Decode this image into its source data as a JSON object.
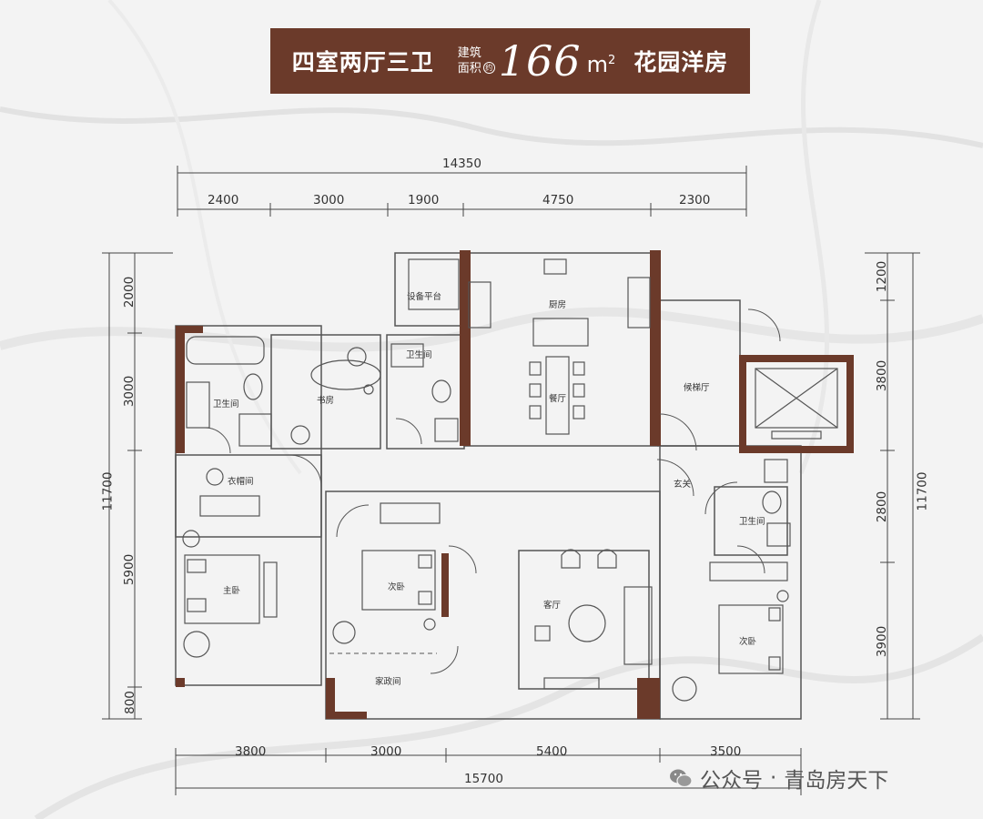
{
  "banner": {
    "layout": "四室两厅三卫",
    "area_label_1": "建筑",
    "area_label_2": "面积",
    "area_circle": "约",
    "area_value": "166",
    "area_unit": "m",
    "area_unit_sup": "2",
    "type": "花园洋房"
  },
  "dimensions": {
    "top_total": "14350",
    "top_segments": [
      "2400",
      "3000",
      "1900",
      "4750",
      "2300"
    ],
    "bottom_segments": [
      "3800",
      "3000",
      "5400",
      "3500"
    ],
    "bottom_total": "15700",
    "left_total": "11700",
    "left_segments": [
      "2000",
      "3000",
      "5900",
      "800"
    ],
    "right_total": "11700",
    "right_segments": [
      "1200",
      "3800",
      "2800",
      "3900"
    ]
  },
  "rooms": {
    "equipment": "设备平台",
    "kitchen": "厨房",
    "bath_small": "卫生间",
    "dining": "餐厅",
    "study": "书房",
    "bath_master": "卫生间",
    "elevator_hall": "候梯厅",
    "closet": "衣帽间",
    "entry": "玄关",
    "bath_right": "卫生间",
    "second_bed_1": "次卧",
    "living": "客厅",
    "master_bed": "主卧",
    "second_bed_2": "次卧",
    "housekeeping": "家政间"
  },
  "watermark": {
    "label": "公众号",
    "separator": "·",
    "name": "青岛房天下"
  },
  "colors": {
    "banner": "#6b3a2a",
    "wall": "#6b3a2a",
    "line": "#444444"
  }
}
